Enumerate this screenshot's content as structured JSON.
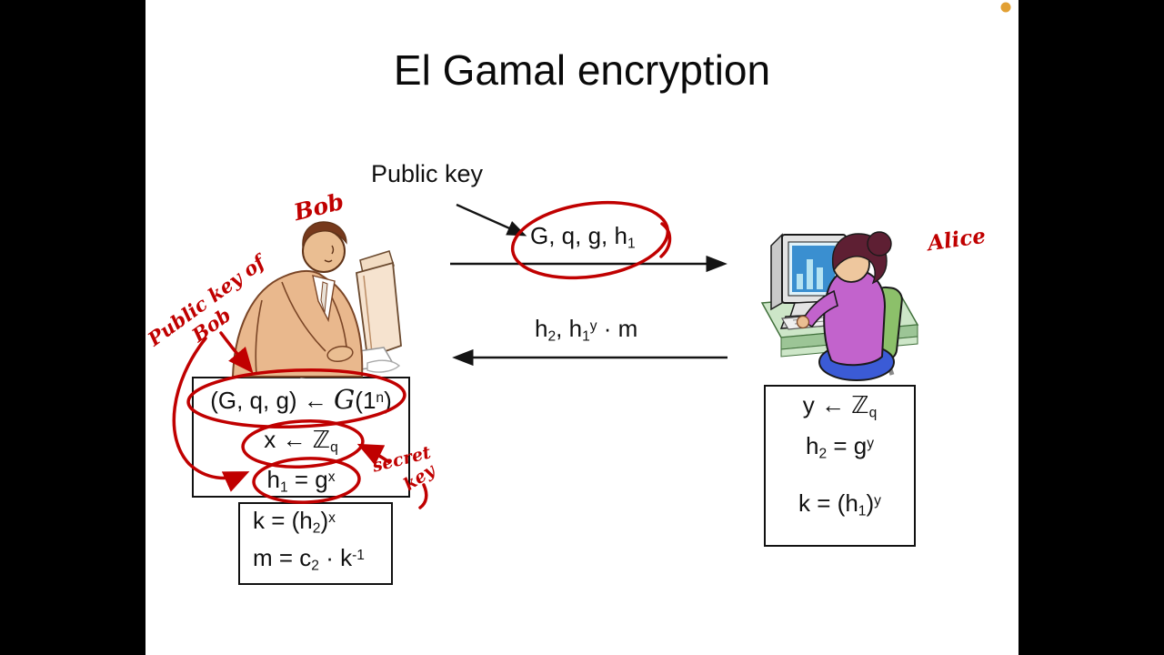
{
  "title": "El Gamal encryption",
  "labels": {
    "public_key": "Public key",
    "bob_name": "Bob",
    "alice_name": "Alice",
    "public_key_of_line1": "Public key of",
    "public_key_of_line2": "Bob",
    "secret_word": "secret",
    "key_word": "key"
  },
  "messages": {
    "to_alice": {
      "p1": "G, q, g, h",
      "sub1": "1"
    },
    "to_bob": {
      "p1": "h",
      "sub1": "2",
      "p2": ", h",
      "sub2": "1",
      "sup1": "y",
      "p3": " · m"
    }
  },
  "bob_keygen_box": {
    "line1": {
      "p1": "(G, q, g) ",
      "arrow": "←",
      "p2": " ",
      "script_g": "G",
      "p3": "(1",
      "sup": "n",
      "p4": ")"
    },
    "line2": {
      "p1": "x ",
      "arrow": "←",
      "p2": " ",
      "zset": "ℤ",
      "sub": "q"
    },
    "line3": {
      "p1": "h",
      "sub": "1",
      "p2": " = g",
      "sup": "x"
    }
  },
  "bob_decrypt_box": {
    "line1": {
      "p1": "k = (h",
      "sub": "2",
      "p2": ")",
      "sup": "x"
    },
    "line2": {
      "p1": "m = c",
      "sub": "2",
      "p2": " · k",
      "sup": "-1"
    }
  },
  "alice_box": {
    "line1": {
      "p1": "y ",
      "arrow": "←",
      "p2": " ",
      "zset": "ℤ",
      "sub": "q"
    },
    "line2": {
      "p1": "h",
      "sub": "2",
      "p2": " = g",
      "sup": "y"
    },
    "line3": {
      "p1": "k = (h",
      "sub": "1",
      "p2": ")",
      "sup": "y"
    }
  },
  "colors": {
    "annotation_red": "#c00000",
    "ink_black": "#1a1a1a",
    "orange_marker": "#e2a033"
  }
}
